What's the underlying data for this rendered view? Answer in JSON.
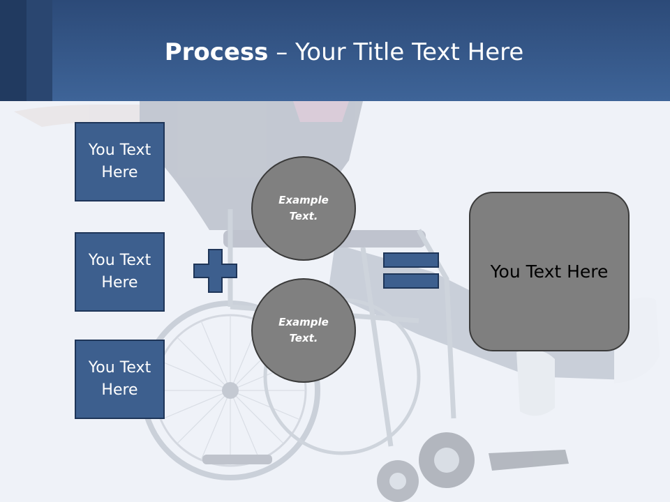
{
  "slide": {
    "title_bold": "Process",
    "title_rest": " – Your Title Text Here"
  },
  "left_boxes": [
    {
      "label": "You Text Here"
    },
    {
      "label": "You Text Here"
    },
    {
      "label": "You Text Here"
    }
  ],
  "circles": [
    {
      "label": "Example Text."
    },
    {
      "label": "Example Text."
    }
  ],
  "result": {
    "label": "You Text Here"
  },
  "colors": {
    "header": "#3e6498",
    "box_fill": "#3d5f8e",
    "circle_fill": "#808080",
    "symbol_fill": "#3d5f8e"
  },
  "icons": {
    "plus": "plus-icon",
    "equals": "equals-icon"
  }
}
